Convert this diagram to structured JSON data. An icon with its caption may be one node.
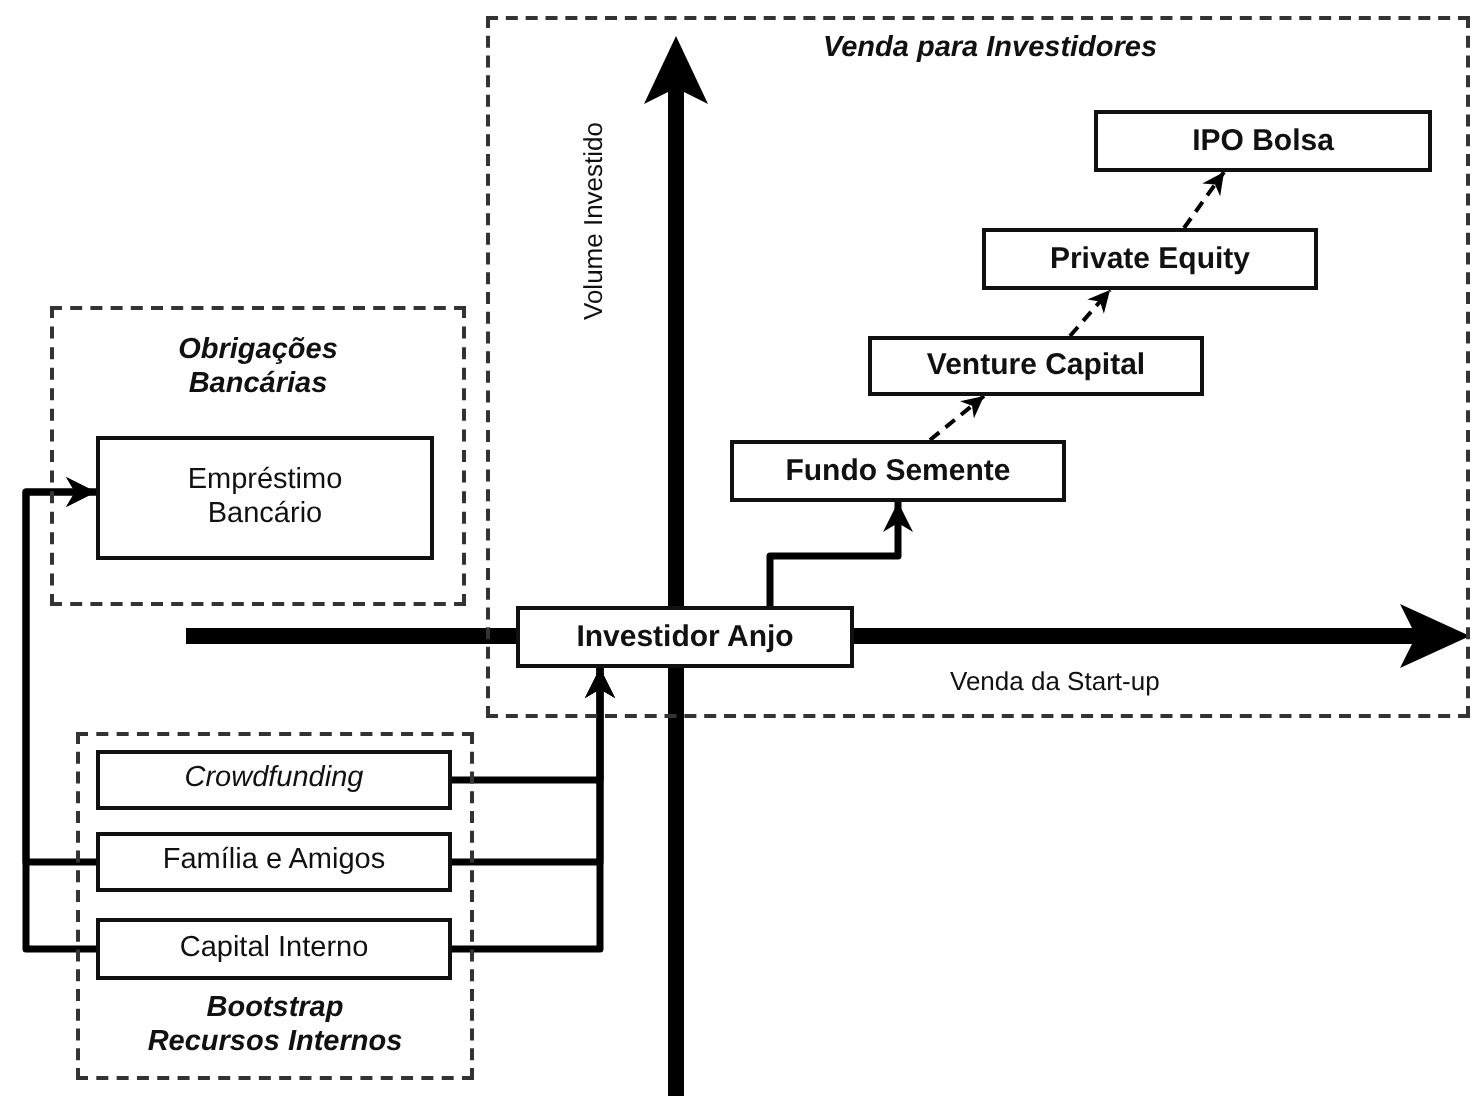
{
  "diagram": {
    "nodes": [
      {
        "text": [
          "Obrigações Bancárias"
        ]
      },
      {
        "text": [
          "Empréstimo Bancário"
        ],
        "in": 0
      },
      {
        "text": [
          "Venda para Investidores"
        ]
      },
      {
        "text": [
          "Fundo Semente"
        ],
        "in": 2
      },
      {
        "text": [
          "Venture Capital"
        ],
        "in": 2
      },
      {
        "text": [
          "Private Equity"
        ],
        "in": 2
      },
      {
        "text": [
          "IPO Bolsa"
        ],
        "in": 2
      },
      {
        "text": [
          "Investidor Anjo"
        ],
        "in": 2
      },
      {
        "text": [
          "Bootstrap Recursos Internos"
        ]
      },
      {
        "text": [
          "Crowdfunding"
        ],
        "in": 8
      },
      {
        "text": [
          "Família e Amigos"
        ],
        "in": 8
      },
      {
        "text": [
          "Capital Interno"
        ],
        "in": 8
      }
    ],
    "edges": [
      {
        "from": 9,
        "to": 7,
        "arrow": "to"
      },
      {
        "from": 10,
        "to": 7,
        "arrow": "to"
      },
      {
        "from": 11,
        "to": 7,
        "arrow": "to"
      },
      {
        "from": 10,
        "to": 1,
        "arrow": "to"
      },
      {
        "from": 11,
        "to": 1,
        "arrow": "to"
      },
      {
        "from": 7,
        "to": 3,
        "arrow": "to"
      },
      {
        "from": 3,
        "to": 4,
        "arrow": "to",
        "style": "dashed"
      },
      {
        "from": 4,
        "to": 5,
        "arrow": "to",
        "style": "dashed"
      },
      {
        "from": 5,
        "to": 6,
        "arrow": "to",
        "style": "dashed"
      }
    ],
    "labels": [
      "Volume Investido",
      "Venda da Start-up"
    ]
  }
}
